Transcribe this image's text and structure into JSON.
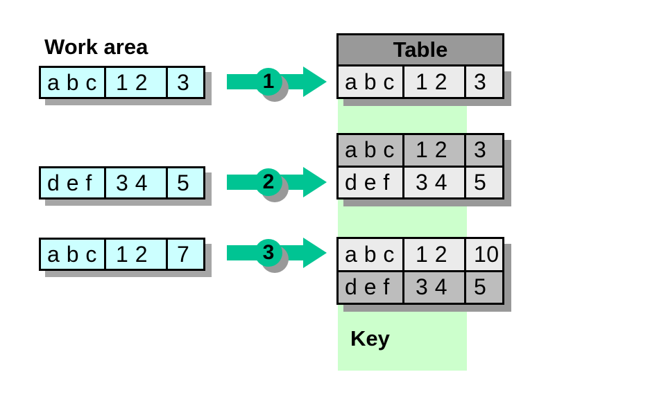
{
  "slide": {
    "work_area_label": "Work area",
    "table_label": "Table",
    "key_label": "Key"
  },
  "work_rows": [
    {
      "step": "1",
      "cells": [
        "a b c",
        "1 2",
        "3"
      ]
    },
    {
      "step": "2",
      "cells": [
        "d e f",
        "3 4",
        "5"
      ]
    },
    {
      "step": "3",
      "cells": [
        "a b c",
        "1 2",
        "7"
      ]
    }
  ],
  "table_states": [
    {
      "rows": [
        {
          "shade": "light",
          "cells": [
            "a b c",
            "1 2",
            "3"
          ]
        }
      ]
    },
    {
      "rows": [
        {
          "shade": "medium",
          "cells": [
            "a b c",
            "1 2",
            "3"
          ]
        },
        {
          "shade": "light",
          "cells": [
            "d e f",
            "3 4",
            "5"
          ]
        }
      ]
    },
    {
      "rows": [
        {
          "shade": "light",
          "cells": [
            "a b c",
            "1 2",
            "10"
          ]
        },
        {
          "shade": "medium",
          "cells": [
            "d e f",
            "3 4",
            "5"
          ]
        }
      ]
    }
  ],
  "colors": {
    "work_row_fill": "#CCFFFF",
    "arrow_green": "#00C493",
    "table_header_fill": "#999999",
    "table_row_light": "#EBEBEB",
    "table_row_medium": "#BDBDBD",
    "key_band_green": "#CCFFCC",
    "shadow_gray": "#999999"
  }
}
